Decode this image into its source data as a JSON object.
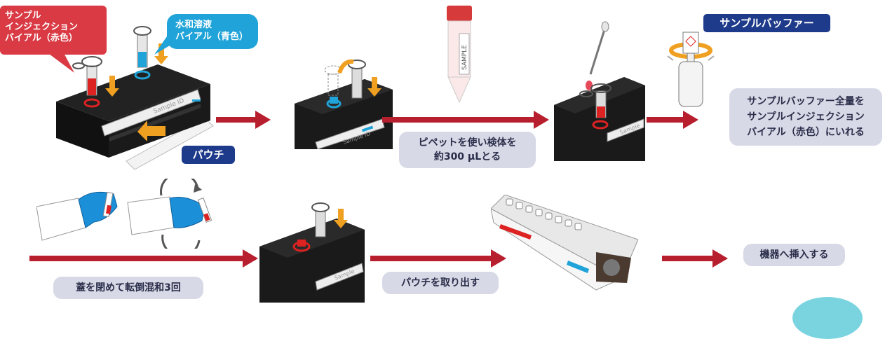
{
  "labels": {
    "red_vial": [
      "サンプル",
      "インジェクション",
      "バイアル（赤色）"
    ],
    "blue_vial": [
      "水和溶液",
      "バイアル（青色）"
    ],
    "pouch": "パウチ",
    "pipette_step": [
      "ピペットを使い検体を",
      "約300 µLとる"
    ],
    "buffer_pill": "サンプルバッファー",
    "buffer_step": [
      "サンプルバッファー全量を",
      "サンプルインジェクション",
      "バイアル（赤色）にいれる"
    ],
    "invert_step": "蓋を閉めて転倒混和3回",
    "remove_step": "パウチを取り出す",
    "insert_step": "機器へ挿入する",
    "tube_label": "SAMPLE",
    "pouch_label": "Sample ID"
  },
  "colors": {
    "arrow": "#b81f2e",
    "navy": "#1e3a8a",
    "red": "#d93a44",
    "blue": "#1fa3d8",
    "gray": "#d7d9e6"
  }
}
